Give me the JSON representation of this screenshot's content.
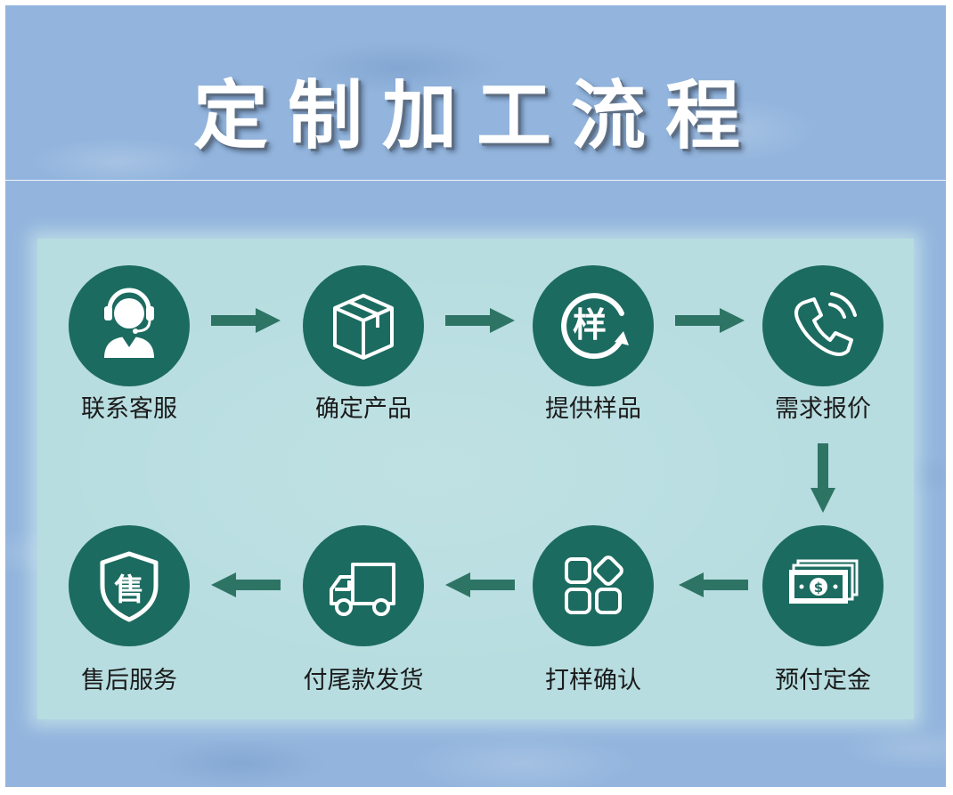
{
  "title": "定制加工流程",
  "theme": {
    "circle_color": "#1c6b60",
    "arrow_color": "#2e7465",
    "icon_color": "#ffffff",
    "panel_color": "#b7dde0",
    "frame_color": "#93b5dd"
  },
  "steps": [
    {
      "label": "联系客服",
      "icon": "customer-service-headset-icon"
    },
    {
      "label": "确定产品",
      "icon": "package-box-icon"
    },
    {
      "label": "提供样品",
      "icon": "sample-refresh-icon",
      "icon_text": "样"
    },
    {
      "label": "需求报价",
      "icon": "phone-call-icon"
    },
    {
      "label": "预付定金",
      "icon": "money-banknote-icon",
      "icon_text": "$"
    },
    {
      "label": "打样确认",
      "icon": "app-grid-icon"
    },
    {
      "label": "付尾款发货",
      "icon": "delivery-truck-icon"
    },
    {
      "label": "售后服务",
      "icon": "shield-icon",
      "icon_text": "售"
    }
  ]
}
